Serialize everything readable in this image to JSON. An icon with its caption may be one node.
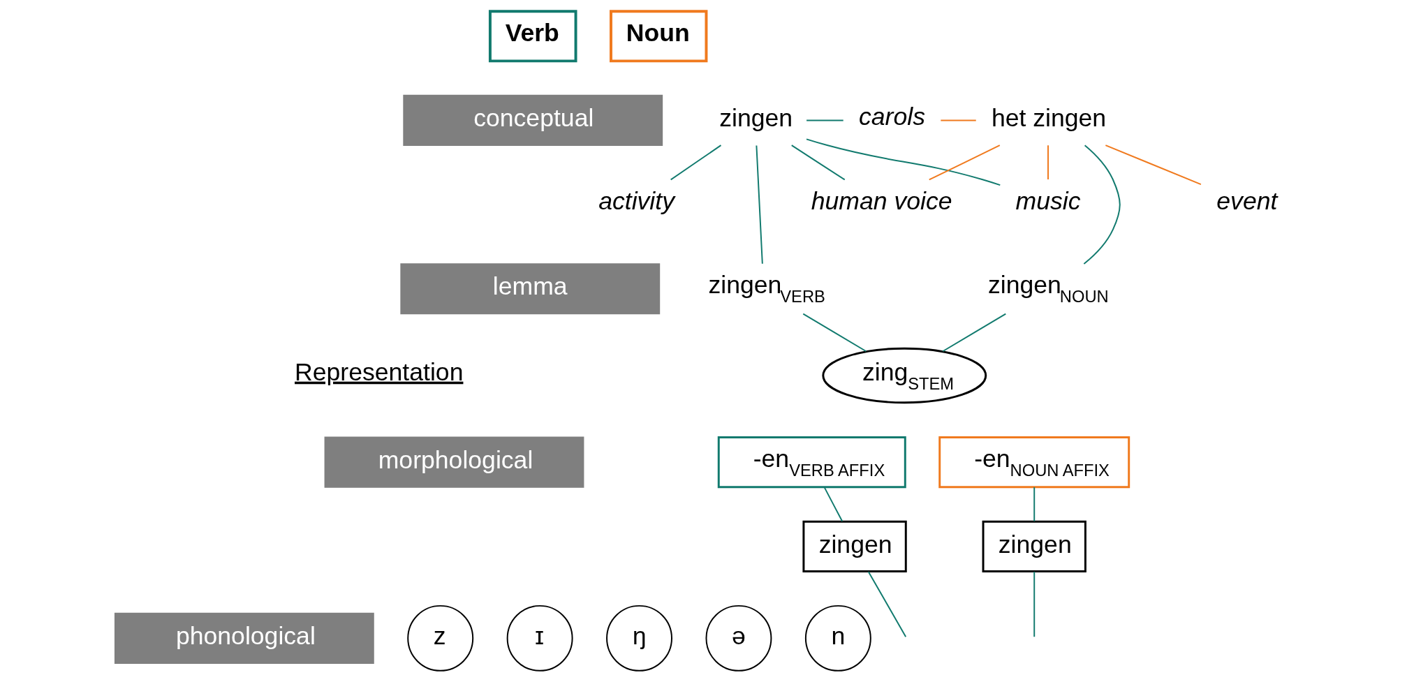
{
  "diagram": {
    "nodes": [
      {
        "text": [
          "Verb"
        ]
      },
      {
        "text": [
          "Noun"
        ]
      },
      {
        "text": [
          "conceptual"
        ]
      },
      {
        "text": [
          "lemma"
        ]
      },
      {
        "text": [
          "morphological"
        ]
      },
      {
        "text": [
          "phonological"
        ]
      },
      {
        "text": [
          "activity"
        ]
      },
      {
        "text": [
          "zingen"
        ]
      },
      {
        "text": [
          "music"
        ]
      },
      {
        "text": [
          "carols"
        ]
      },
      {
        "text": [
          "human voice"
        ]
      },
      {
        "text": [
          "het zingen"
        ]
      },
      {
        "text": [
          "event"
        ]
      },
      {
        "text": [
          "zingen$_{VERB}$"
        ]
      },
      {
        "text": [
          "zingen$_{NOUN}$"
        ]
      },
      {
        "text": [
          "zing$_{STEM}$"
        ]
      },
      {
        "text": [
          "-en$_{VERB AFFIX}$"
        ]
      },
      {
        "text": [
          "-en$_{NOUN AFFIX}$"
        ]
      },
      {
        "text": [
          "zingen"
        ]
      },
      {
        "text": [
          "zingen"
        ]
      },
      {
        "text": [
          "z"
        ]
      },
      {
        "text": [
          "ɪ"
        ]
      },
      {
        "text": [
          "ŋ"
        ]
      },
      {
        "text": [
          "ə"
        ]
      },
      {
        "text": [
          "n"
        ]
      }
    ],
    "edges": [
      {
        "from": 6,
        "to": 7,
        "arrow": "none"
      },
      {
        "from": 7,
        "to": 8,
        "arrow": "none"
      },
      {
        "from": 7,
        "to": 9,
        "arrow": "none"
      },
      {
        "from": 7,
        "to": 10,
        "arrow": "none"
      },
      {
        "from": 8,
        "to": 11,
        "arrow": "none",
        "color": "#f07a1e"
      },
      {
        "from": 9,
        "to": 11,
        "arrow": "none",
        "color": "#f07a1e"
      },
      {
        "from": 10,
        "to": 11,
        "arrow": "none",
        "color": "#f07a1e"
      },
      {
        "from": 11,
        "to": 12,
        "arrow": "none",
        "color": "#f07a1e"
      },
      {
        "from": 7,
        "to": 13,
        "arrow": "none"
      },
      {
        "from": 11,
        "to": 14,
        "arrow": "none"
      },
      {
        "from": 13,
        "to": 15,
        "arrow": "none"
      },
      {
        "from": 14,
        "to": 15,
        "arrow": "none"
      },
      {
        "from": 16,
        "to": 18,
        "arrow": "none"
      },
      {
        "from": 17,
        "to": 19,
        "arrow": "none"
      },
      {
        "from": 18,
        "to": null,
        "arrow": "none"
      },
      {
        "from": 19,
        "to": null,
        "arrow": "none"
      }
    ],
    "labels": [
      "Representation"
    ]
  }
}
